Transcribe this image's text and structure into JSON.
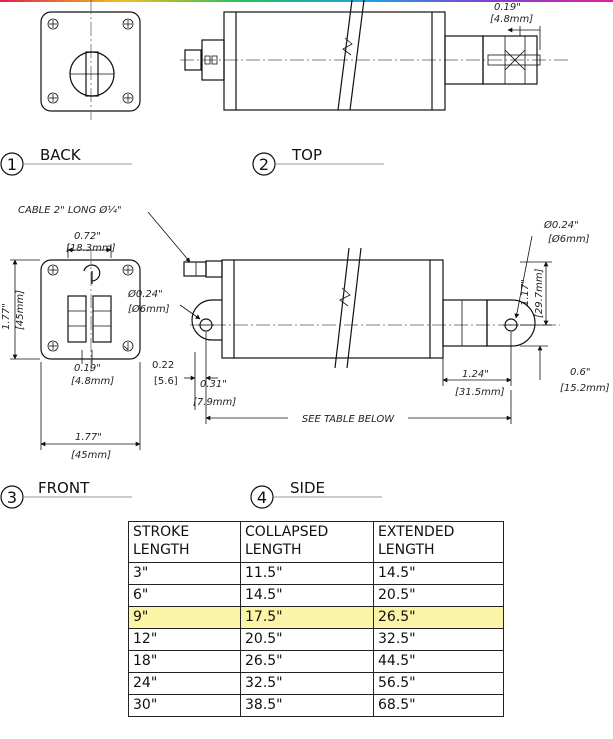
{
  "views": {
    "back": {
      "num": "1",
      "label": "BACK"
    },
    "top": {
      "num": "2",
      "label": "TOP"
    },
    "front": {
      "num": "3",
      "label": "FRONT"
    },
    "side": {
      "num": "4",
      "label": "SIDE"
    }
  },
  "dims": {
    "top_pin_in": "0.19\"",
    "top_pin_mm": "[4.8mm]",
    "cable": "CABLE 2\" LONG Ø¼\"",
    "front_w072_in": "0.72\"",
    "front_w072_mm": "[18.3mm]",
    "front_h177_in": "1.77\"",
    "front_h177_mm": "[45mm]",
    "front_019_in": "0.19\"",
    "front_019_mm": "[4.8mm]",
    "front_w177_in": "1.77\"",
    "front_w177_mm": "[45mm]",
    "side_hole_left_in": "Ø0.24\"",
    "side_hole_left_mm": "[Ø6mm]",
    "side_hole_right_in": "Ø0.24\"",
    "side_hole_right_mm": "[Ø6mm]",
    "side_022_in": "0.22",
    "side_022_mm": "[5.6]",
    "side_031_in": "0.31\"",
    "side_031_mm": "[7.9mm]",
    "side_117_in": "1.17\"",
    "side_117_mm": "[29.7mm]",
    "side_124_in": "1.24\"",
    "side_124_mm": "[31.5mm]",
    "side_06_in": "0.6\"",
    "side_06_mm": "[15.2mm]",
    "see_table": "SEE TABLE BELOW"
  },
  "table": {
    "headers": [
      [
        "STROKE",
        "LENGTH"
      ],
      [
        "COLLAPSED",
        "LENGTH"
      ],
      [
        "EXTENDED",
        "LENGTH"
      ]
    ],
    "highlight_color": "#fbf3a6",
    "rows": [
      [
        "3\"",
        "11.5\"",
        "14.5\""
      ],
      [
        "6\"",
        "14.5\"",
        "20.5\""
      ],
      [
        "9\"",
        "17.5\"",
        "26.5\""
      ],
      [
        "12\"",
        "20.5\"",
        "32.5\""
      ],
      [
        "18\"",
        "26.5\"",
        "44.5\""
      ],
      [
        "24\"",
        "32.5\"",
        "56.5\""
      ],
      [
        "30\"",
        "38.5\"",
        "68.5\""
      ]
    ]
  }
}
